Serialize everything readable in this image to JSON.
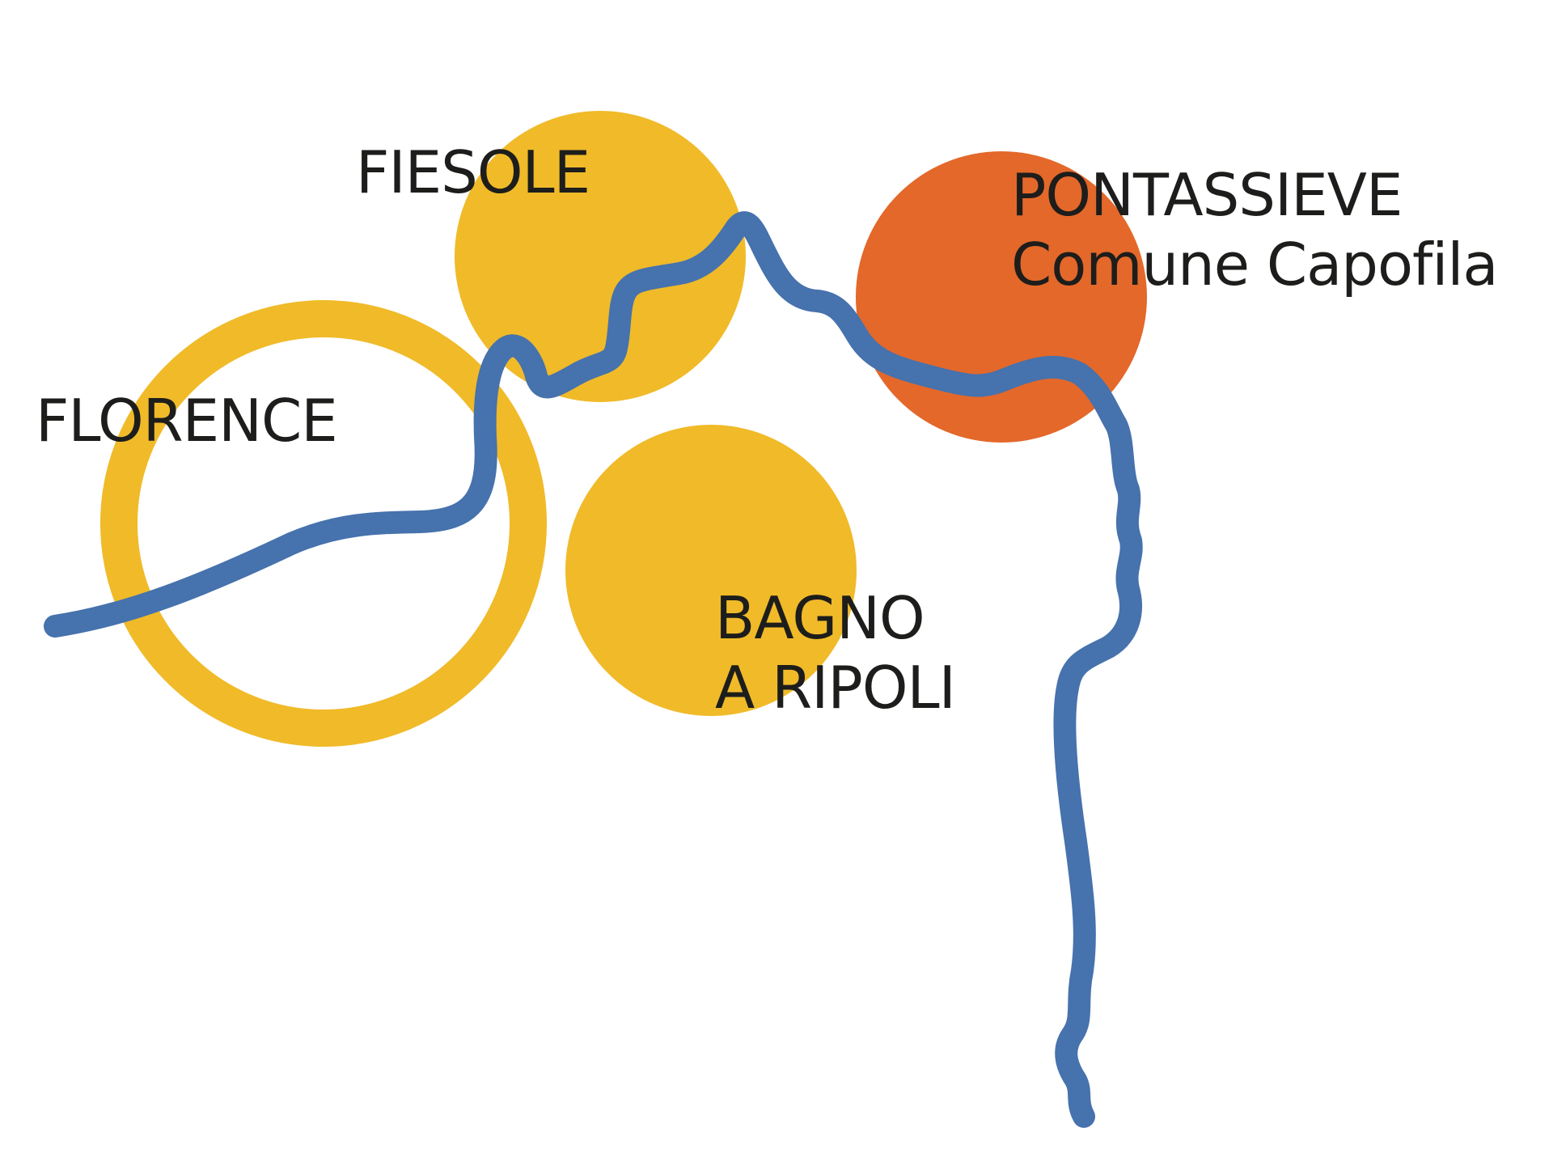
{
  "colors": {
    "partner_municipality": "#F0BA29",
    "lead_municipality": "#E3682A",
    "river": "#4672AD",
    "text": "#1D1D1B",
    "background": "#FFFFFF"
  },
  "municipalities": {
    "florence": {
      "line1": "FLORENCE",
      "marker": "ring"
    },
    "fiesole": {
      "line1": "FIESOLE",
      "marker": "filled-circle"
    },
    "bagno_a_ripoli": {
      "line1": "BAGNO",
      "line2": "A RIPOLI",
      "marker": "filled-circle"
    },
    "pontassieve": {
      "line1": "PONTASSIEVE",
      "line2": "Comune Capofila",
      "marker": "filled-circle-highlight"
    }
  },
  "river": {
    "icon": "river-path"
  }
}
